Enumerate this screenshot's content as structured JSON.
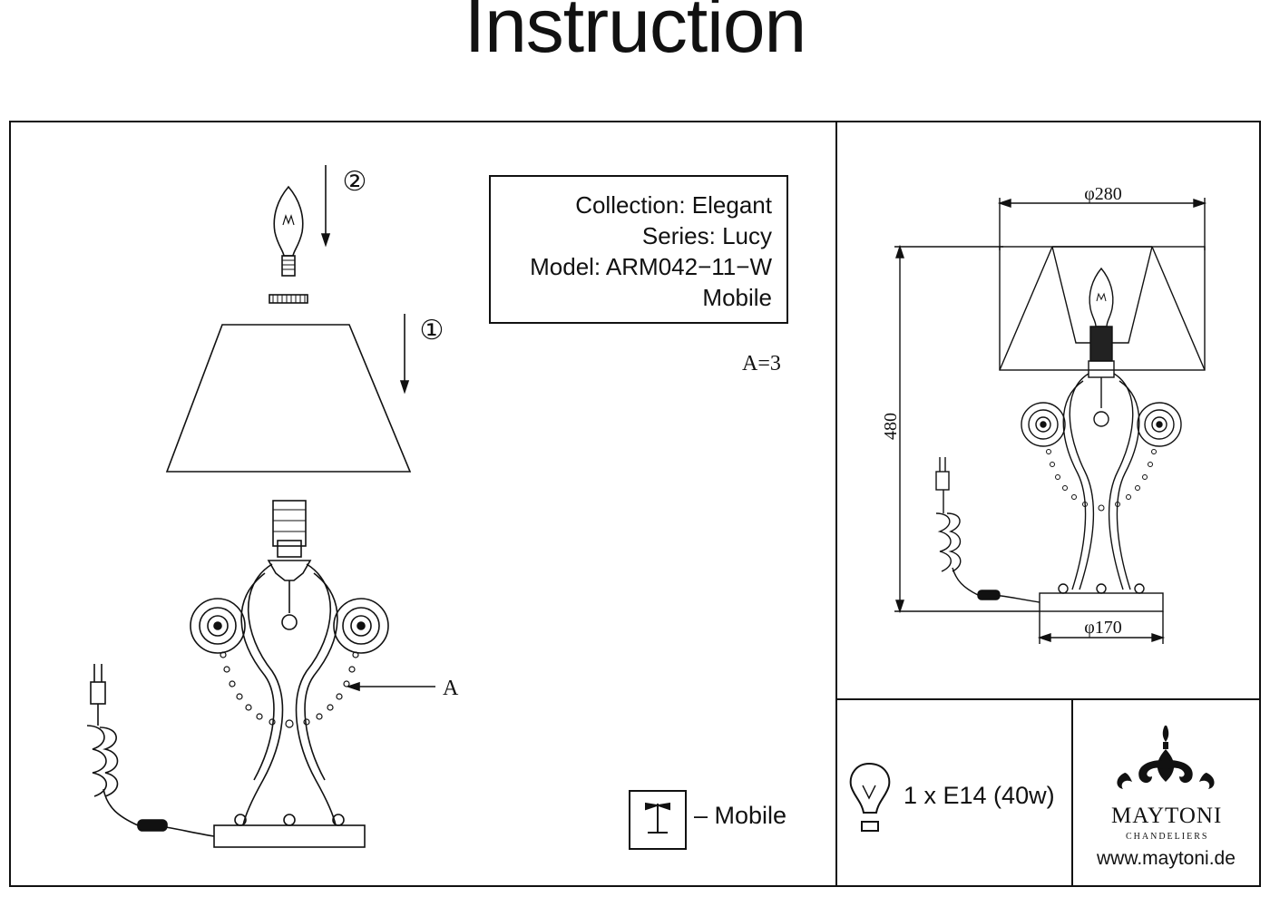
{
  "title": "Instruction",
  "info": {
    "collection": "Collection: Elegant",
    "series": "Series: Lucy",
    "model": "Model: ARM042−11−W",
    "type": "Mobile"
  },
  "labels": {
    "a_count": "A=3",
    "a_marker": "A",
    "step1": "①",
    "step2": "②",
    "mobile": "– Mobile"
  },
  "dimensions": {
    "shade_diameter": "φ280",
    "height": "480",
    "base_diameter": "φ170"
  },
  "bulb_spec": "1 x E14 (40w)",
  "brand": {
    "name": "MAYTONI",
    "subtitle": "CHANDELIERS",
    "website": "www.maytoni.de"
  },
  "icons": [
    "bulb-icon",
    "mobile-lamp-icon",
    "maytoni-ornament-icon"
  ]
}
